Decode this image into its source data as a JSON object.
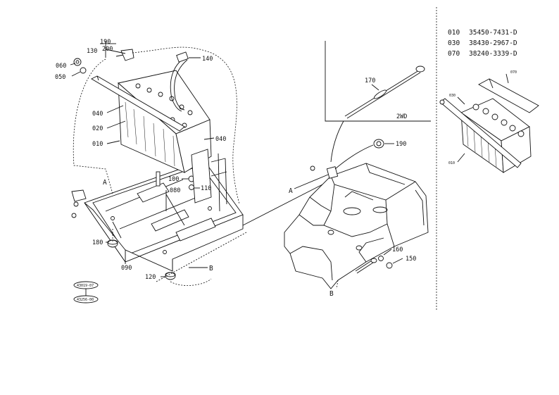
{
  "callouts": {
    "c010": "010",
    "c020": "020",
    "c040a": "040",
    "c040b": "040",
    "c050": "050",
    "c060": "060",
    "c080": "080",
    "c090": "090",
    "c100": "100",
    "c110": "110",
    "c120": "120",
    "c130": "130",
    "c140": "140",
    "c150": "150",
    "c160": "160",
    "c170": "170",
    "c180": "180",
    "c190a": "190",
    "c190b": "190",
    "c200": "200"
  },
  "markers": {
    "a1": "A",
    "a2": "A",
    "b1": "B",
    "b2": "B"
  },
  "inset": {
    "label_2wd": "2WD"
  },
  "parts_list": [
    {
      "ref": "010",
      "part_no": "35450-7431-D"
    },
    {
      "ref": "030",
      "part_no": "38430-2967-D"
    },
    {
      "ref": "070",
      "part_no": "38240-3339-D"
    }
  ],
  "detail": {
    "c010": "010",
    "c030": "030",
    "c070": "070"
  },
  "stamps": {
    "s1": "43019-07",
    "s2": "43256-00"
  }
}
